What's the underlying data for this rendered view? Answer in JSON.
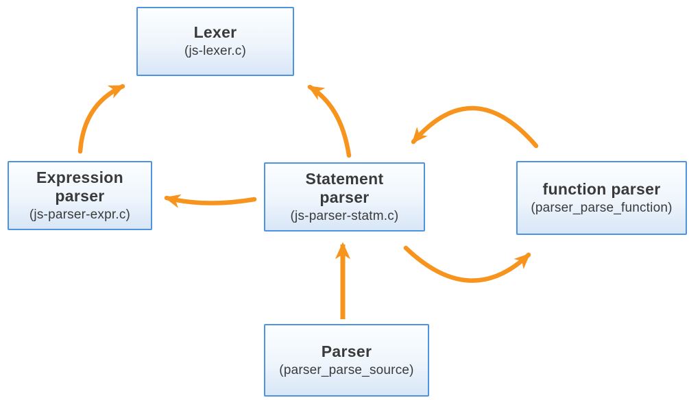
{
  "diagram": {
    "background_color": "#ffffff",
    "colors": {
      "arrow": "#f7941d",
      "box_border": "#4e92e2",
      "box_fill_top": "#fcfeff",
      "box_fill_bottom": "#d8e6f7",
      "text": "#3a3a3a"
    },
    "nodes": [
      {
        "id": "lexer",
        "title": "Lexer",
        "subtitle": "(js-lexer.c)"
      },
      {
        "id": "expression-parser",
        "title": "Expression\nparser",
        "subtitle": "(js-parser-expr.c)"
      },
      {
        "id": "statement-parser",
        "title": "Statement\nparser",
        "subtitle": "(js-parser-statm.c)"
      },
      {
        "id": "function-parser",
        "title": "function parser",
        "subtitle": "(parser_parse_function)"
      },
      {
        "id": "parser",
        "title": "Parser",
        "subtitle": "(parser_parse_source)"
      }
    ],
    "edges": [
      {
        "from": "expression-parser",
        "to": "lexer"
      },
      {
        "from": "statement-parser",
        "to": "lexer"
      },
      {
        "from": "statement-parser",
        "to": "expression-parser"
      },
      {
        "from": "function-parser",
        "to": "statement-parser"
      },
      {
        "from": "statement-parser",
        "to": "function-parser"
      },
      {
        "from": "parser",
        "to": "statement-parser"
      }
    ]
  }
}
